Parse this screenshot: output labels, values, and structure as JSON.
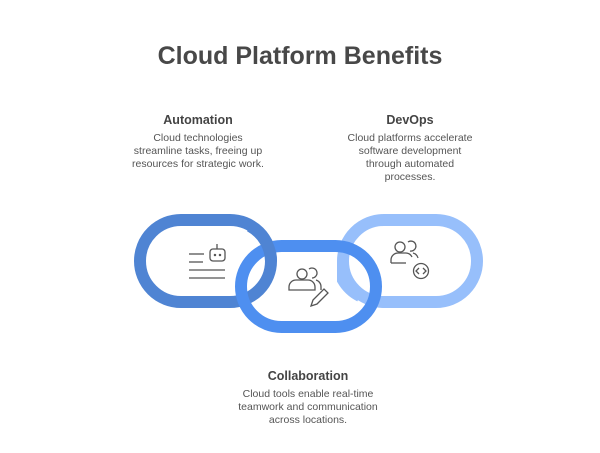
{
  "title": "Cloud Platform Benefits",
  "items": [
    {
      "heading": "Automation",
      "text": "Cloud technologies streamline tasks, freeing up resources for strategic work.",
      "icon": "document-robot-icon",
      "color": "#4F84D3"
    },
    {
      "heading": "Collaboration",
      "text": "Cloud tools enable real-time teamwork and communication across locations.",
      "icon": "users-pencil-icon",
      "color": "#4E8FF0"
    },
    {
      "heading": "DevOps",
      "text": "Cloud platforms accelerate software development through automated processes.",
      "icon": "users-code-icon",
      "color": "#97BFFB"
    }
  ]
}
